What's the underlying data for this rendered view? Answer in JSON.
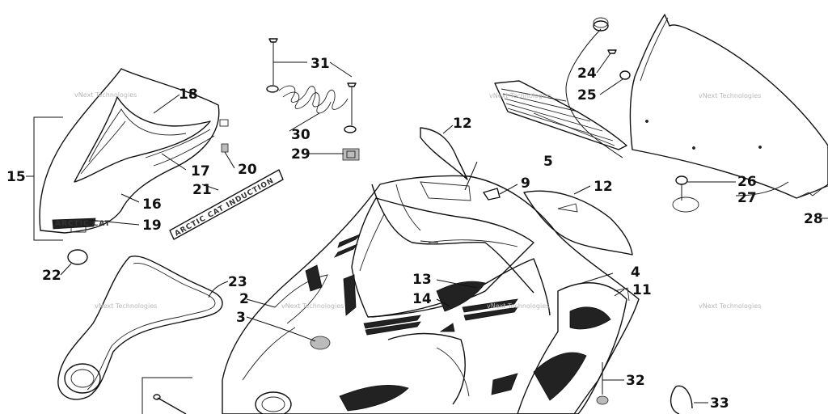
{
  "diagram": {
    "callouts": [
      "2",
      "3",
      "4",
      "5",
      "9",
      "11",
      "12",
      "12",
      "13",
      "14",
      "15",
      "16",
      "17",
      "18",
      "19",
      "20",
      "21",
      "22",
      "23",
      "24",
      "25",
      "26",
      "27",
      "28",
      "29",
      "30",
      "31",
      "32",
      "33"
    ],
    "watermark": "vNext Technologies",
    "decal_text": "ARCTIC CAT",
    "decal_long_text": "ARCTIC CAT INDUCTION"
  }
}
